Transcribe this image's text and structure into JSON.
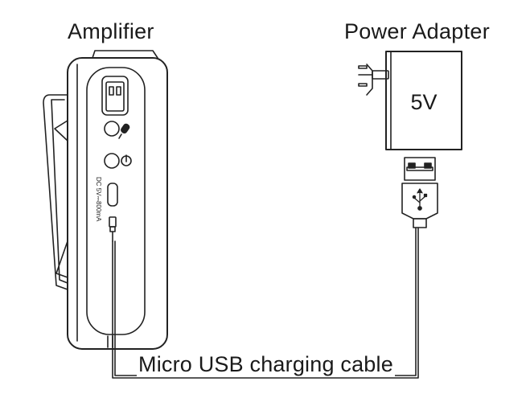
{
  "labels": {
    "amplifier": "Amplifier",
    "power_adapter": "Power Adapter",
    "voltage": "5V",
    "cable": "Micro USB charging cable",
    "dc_rating": "DC 5V⎓800mA"
  },
  "icons": {
    "mic_jack": "microphone-icon",
    "power_button": "power-icon",
    "charge_port": "usb-port-icon",
    "usb_plug": "usb-symbol-icon"
  },
  "colors": {
    "line": "#222222",
    "background": "#ffffff"
  }
}
